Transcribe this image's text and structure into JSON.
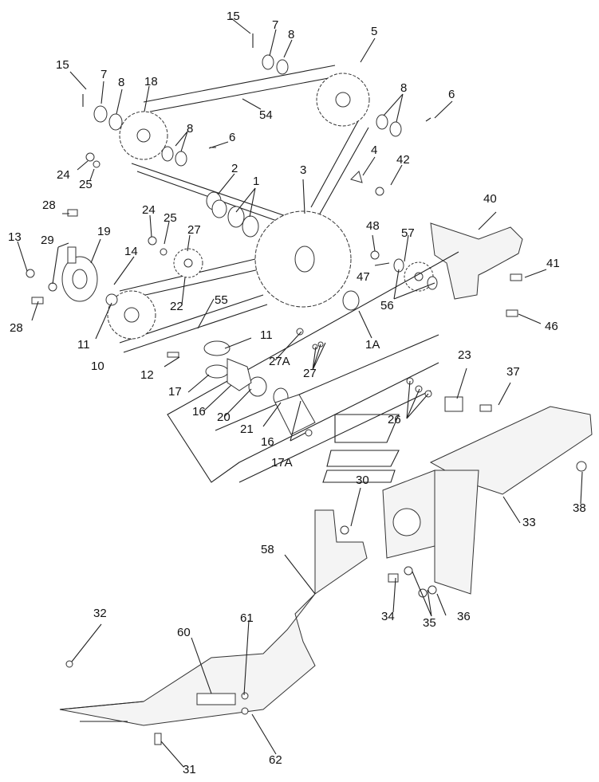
{
  "labels": {
    "l15a": "15",
    "l7a": "7",
    "l8a": "8",
    "l5": "5",
    "l15b": "15",
    "l7b": "7",
    "l8b": "8",
    "l18": "18",
    "l54": "54",
    "l8c": "8",
    "l6a": "6",
    "l8d": "8",
    "l6b": "6",
    "l4": "4",
    "l42": "42",
    "l24a": "24",
    "l25a": "25",
    "l2": "2",
    "l1": "1",
    "l3": "3",
    "l28a": "28",
    "l24b": "24",
    "l25b": "25",
    "l40": "40",
    "l13": "13",
    "l29": "29",
    "l19": "19",
    "l27a": "27",
    "l48": "48",
    "l57": "57",
    "l14": "14",
    "l47": "47",
    "l41": "41",
    "l28b": "28",
    "l22": "22",
    "l56": "56",
    "l46": "46",
    "l55": "55",
    "l11a": "11",
    "l11b": "11",
    "l1A": "1A",
    "l10": "10",
    "l27A": "27A",
    "l27b": "27",
    "l23": "23",
    "l37": "37",
    "l12": "12",
    "l17": "17",
    "l16a": "16",
    "l20": "20",
    "l26": "26",
    "l21": "21",
    "l16b": "16",
    "l17A": "17A",
    "l30": "30",
    "l38": "38",
    "l33": "33",
    "l58": "58",
    "l32": "32",
    "l61": "61",
    "l60": "60",
    "l34": "34",
    "l35": "35",
    "l36": "36",
    "l31": "31",
    "l62": "62"
  }
}
